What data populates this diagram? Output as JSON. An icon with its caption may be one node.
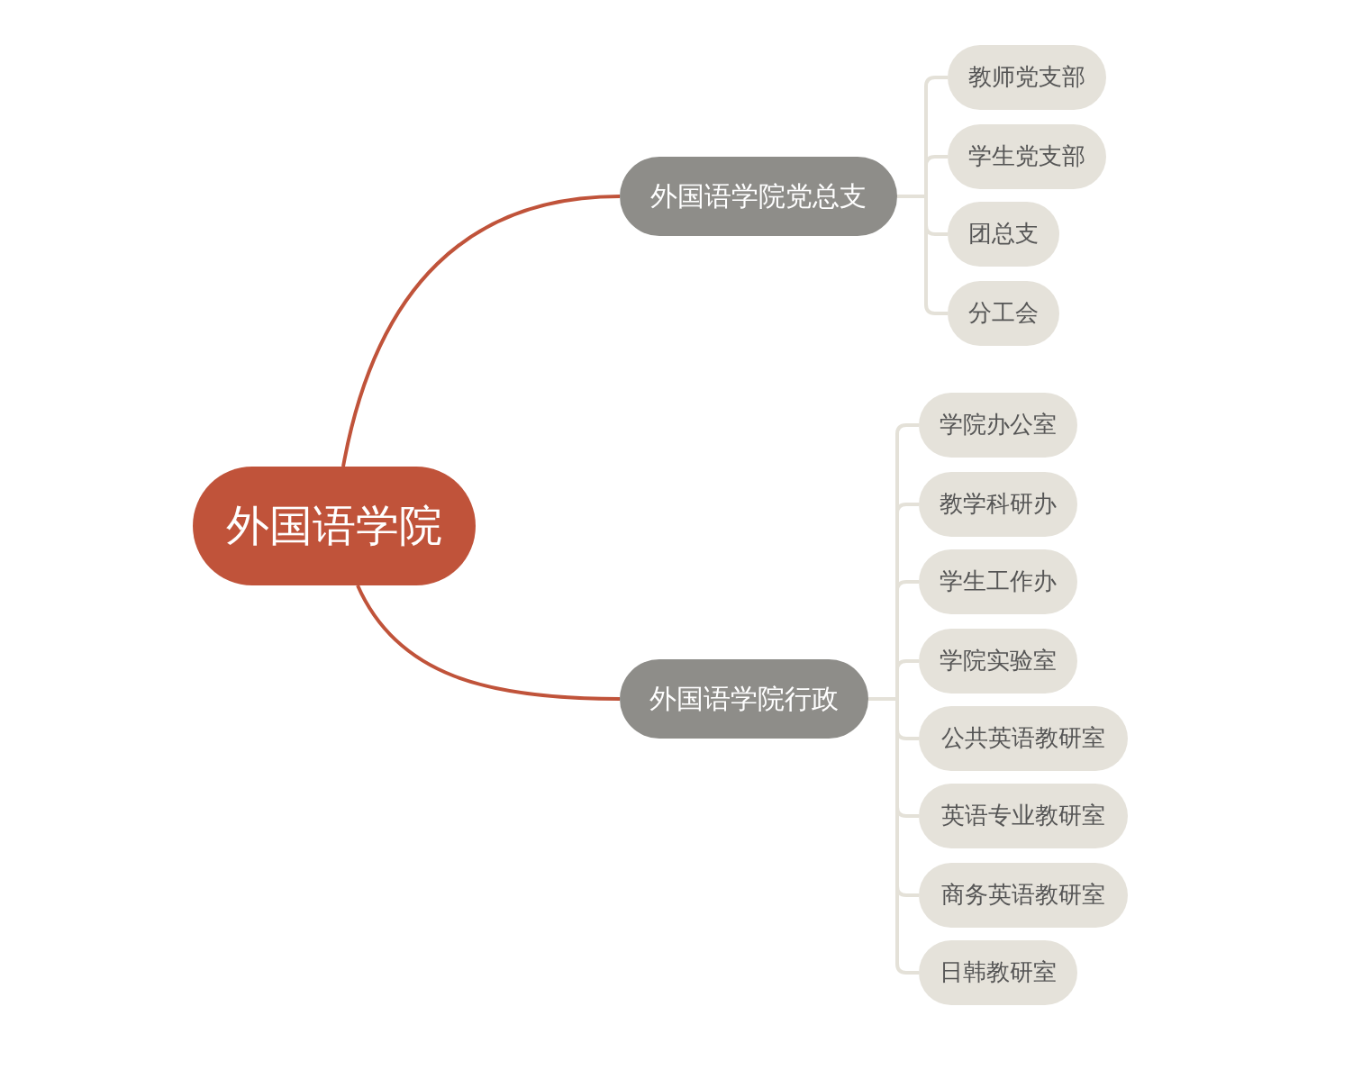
{
  "diagram": {
    "nodes": [
      {
        "text": [
          "外国语学院"
        ]
      },
      {
        "text": [
          "外国语学院党总支"
        ]
      },
      {
        "text": [
          "外国语学院行政"
        ]
      },
      {
        "text": [
          "教师党支部"
        ]
      },
      {
        "text": [
          "学生党支部"
        ]
      },
      {
        "text": [
          "团总支"
        ]
      },
      {
        "text": [
          "分工会"
        ]
      },
      {
        "text": [
          "学院办公室"
        ]
      },
      {
        "text": [
          "教学科研办"
        ]
      },
      {
        "text": [
          "学生工作办"
        ]
      },
      {
        "text": [
          "学院实验室"
        ]
      },
      {
        "text": [
          "公共英语教研室"
        ]
      },
      {
        "text": [
          "英语专业教研室"
        ]
      },
      {
        "text": [
          "商务英语教研室"
        ]
      },
      {
        "text": [
          "日韩教研室"
        ]
      }
    ],
    "edges": [
      {
        "from": 0,
        "to": 1,
        "arrow": "none",
        "color": "#c0533a"
      },
      {
        "from": 0,
        "to": 2,
        "arrow": "none",
        "color": "#c0533a"
      },
      {
        "from": 1,
        "to": 3,
        "arrow": "none"
      },
      {
        "from": 1,
        "to": 4,
        "arrow": "none"
      },
      {
        "from": 1,
        "to": 5,
        "arrow": "none"
      },
      {
        "from": 1,
        "to": 6,
        "arrow": "none"
      },
      {
        "from": 2,
        "to": 7,
        "arrow": "none"
      },
      {
        "from": 2,
        "to": 8,
        "arrow": "none"
      },
      {
        "from": 2,
        "to": 9,
        "arrow": "none"
      },
      {
        "from": 2,
        "to": 10,
        "arrow": "none"
      },
      {
        "from": 2,
        "to": 11,
        "arrow": "none"
      },
      {
        "from": 2,
        "to": 12,
        "arrow": "none"
      },
      {
        "from": 2,
        "to": 13,
        "arrow": "none"
      },
      {
        "from": 2,
        "to": 14,
        "arrow": "none"
      }
    ]
  }
}
